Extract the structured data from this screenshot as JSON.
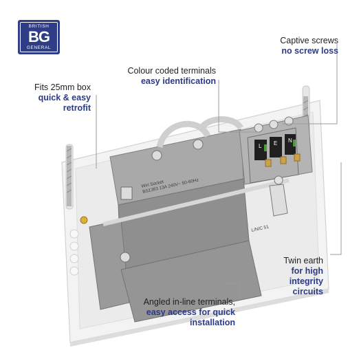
{
  "logo": {
    "top": "BRITISH",
    "mark": "BG",
    "bottom": "GENERAL"
  },
  "callouts": {
    "captive": {
      "line1": "Captive screws",
      "line2": "no screw loss"
    },
    "colour": {
      "line1": "Colour coded terminals",
      "line2": "easy identification"
    },
    "fits": {
      "line1": "Fits 25mm box",
      "line2": "quick & easy",
      "line3": "retrofit"
    },
    "twin": {
      "line1": "Twin earth",
      "line2": "for high",
      "line3": "integrity",
      "line4": "circuits"
    },
    "angled": {
      "line1": "Angled in-line terminals,",
      "line2": "easy access for quick",
      "line3": "installation"
    }
  },
  "product_markings": {
    "label_line1": "Wiri Socket",
    "label_line2": "BS1363 13A 240V~ 50-60Hz",
    "terminal_codes": [
      "L",
      "E",
      "N"
    ],
    "side_code": "L/N/C 51"
  },
  "colors": {
    "accent": "#2b3a86",
    "logo_bg": "#2e3d86",
    "plate": "#f4f4f4",
    "mech": "#9a9a9a"
  }
}
